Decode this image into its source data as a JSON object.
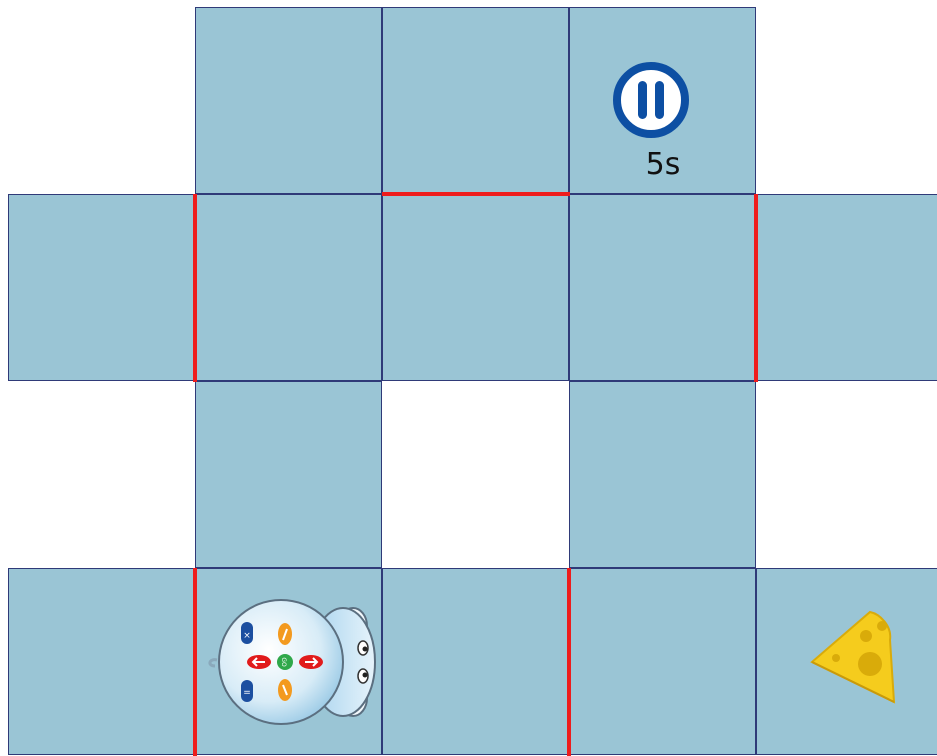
{
  "board": {
    "tile_color": "#9ac5d5",
    "grid_line_color": "#2f3a78",
    "wall_color": "#ee1c1c",
    "columns": 5,
    "rows": 4,
    "tiles": [
      {
        "row": 0,
        "col": 1
      },
      {
        "row": 0,
        "col": 2
      },
      {
        "row": 0,
        "col": 3
      },
      {
        "row": 1,
        "col": 0
      },
      {
        "row": 1,
        "col": 1
      },
      {
        "row": 1,
        "col": 2
      },
      {
        "row": 1,
        "col": 3
      },
      {
        "row": 1,
        "col": 4
      },
      {
        "row": 2,
        "col": 1
      },
      {
        "row": 2,
        "col": 3
      },
      {
        "row": 3,
        "col": 0
      },
      {
        "row": 3,
        "col": 1
      },
      {
        "row": 3,
        "col": 2
      },
      {
        "row": 3,
        "col": 3
      },
      {
        "row": 3,
        "col": 4
      }
    ],
    "walls": [
      {
        "between": [
          [
            0,
            2
          ],
          [
            1,
            2
          ]
        ]
      },
      {
        "between": [
          [
            1,
            0
          ],
          [
            1,
            1
          ]
        ]
      },
      {
        "between": [
          [
            1,
            3
          ],
          [
            1,
            4
          ]
        ]
      },
      {
        "between": [
          [
            3,
            0
          ],
          [
            3,
            1
          ]
        ]
      },
      {
        "between": [
          [
            3,
            2
          ],
          [
            3,
            3
          ]
        ]
      }
    ]
  },
  "pause_card": {
    "icon": "pause-icon",
    "label": "5s",
    "color": "#0d4fa3",
    "cell": [
      0,
      3
    ]
  },
  "robot": {
    "icon": "mouse-robot-icon",
    "facing": "right",
    "cell": [
      3,
      1
    ],
    "button_go_label": "GO"
  },
  "goal": {
    "icon": "cheese-icon",
    "color": "#f5cc1d",
    "cell": [
      3,
      4
    ]
  }
}
